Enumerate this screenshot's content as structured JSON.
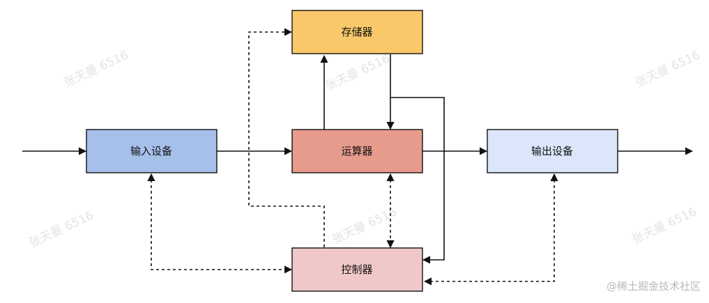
{
  "nodes": {
    "memory": "存储器",
    "input": "输入设备",
    "alu": "运算器",
    "output": "输出设备",
    "control": "控制器"
  },
  "colors": {
    "memory": "#f9c86a",
    "input": "#a6c0ea",
    "alu": "#e79b8c",
    "output": "#dbe6fb",
    "control": "#f1c8c8",
    "stroke": "#111111"
  },
  "watermark": "张天曼 6516",
  "credit": "@稀土掘金技术社区"
}
